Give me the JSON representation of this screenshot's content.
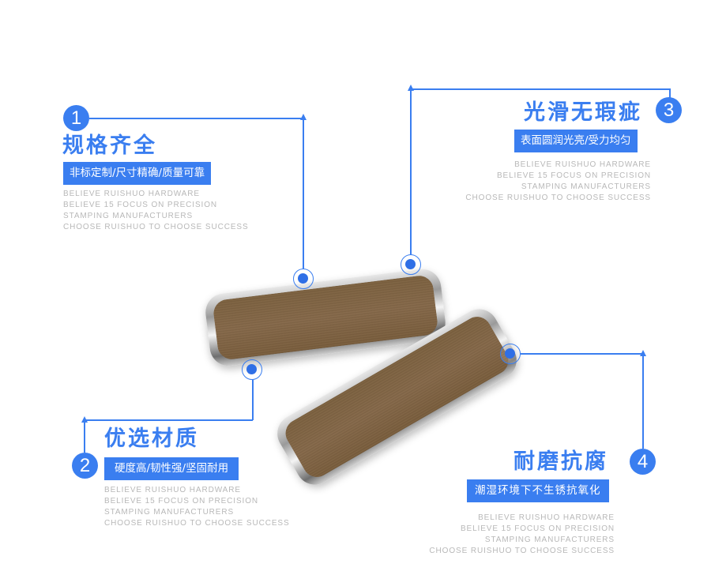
{
  "features": [
    {
      "number": "1",
      "title": "规格齐全",
      "subtitle": "非标定制/尺寸精确/质量可靠",
      "english_lines": [
        "BELIEVE RUISHUO HARDWARE",
        "BELIEVE 15 FOCUS ON PRECISION",
        "STAMPING MANUFACTURERS",
        "CHOOSE RUISHUO TO CHOOSE SUCCESS"
      ]
    },
    {
      "number": "2",
      "title": "优选材质",
      "subtitle": "硬度高/韧性强/坚固耐用",
      "english_lines": [
        "BELIEVE RUISHUO HARDWARE",
        "BELIEVE 15 FOCUS ON PRECISION",
        "STAMPING MANUFACTURERS",
        "CHOOSE RUISHUO TO CHOOSE SUCCESS"
      ]
    },
    {
      "number": "3",
      "title": "光滑无瑕疵",
      "subtitle": "表面圆润光亮/受力均匀",
      "english_lines": [
        "BELIEVE RUISHUO HARDWARE",
        "BELIEVE 15 FOCUS ON PRECISION",
        "STAMPING MANUFACTURERS",
        "CHOOSE RUISHUO TO CHOOSE SUCCESS"
      ]
    },
    {
      "number": "4",
      "title": "耐磨抗腐",
      "subtitle": "潮湿环境下不生锈抗氧化",
      "english_lines": [
        "BELIEVE RUISHUO HARDWARE",
        "BELIEVE 15 FOCUS ON PRECISION",
        "STAMPING MANUFACTURERS",
        "CHOOSE RUISHUO TO CHOOSE SUCCESS"
      ]
    }
  ],
  "colors": {
    "accent": "#3a7ef0",
    "english_text": "#b8b8b8",
    "wood": "#7d6240"
  },
  "product": {
    "icon": "wood-metal-plate-image"
  }
}
